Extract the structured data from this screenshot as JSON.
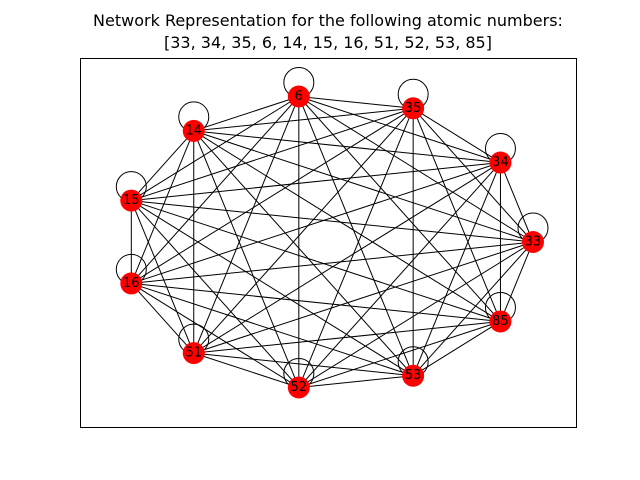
{
  "title": {
    "line1": "Network Representation for the following atomic numbers:",
    "line2": "[33, 34, 35, 6, 14, 15, 16, 51, 52, 53, 85]"
  },
  "colors": {
    "node": "#ff0000",
    "edge": "#000000",
    "frame": "#000000"
  },
  "graph": {
    "nodes": [
      "33",
      "34",
      "35",
      "6",
      "14",
      "15",
      "16",
      "51",
      "52",
      "53",
      "85"
    ],
    "self_loops": true,
    "complete": true
  }
}
